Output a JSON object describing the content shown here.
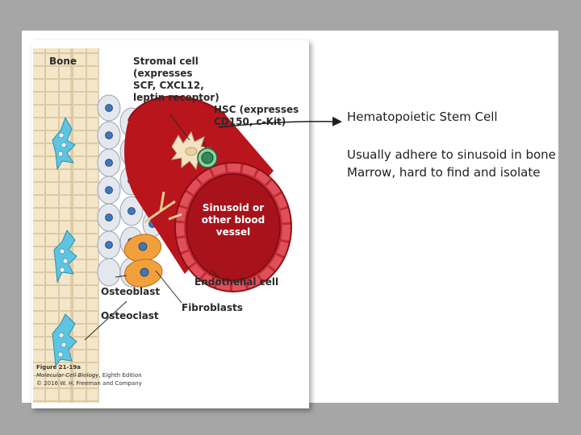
{
  "figure": {
    "labels": {
      "bone": "Bone",
      "stromal": [
        "Stromal cell",
        "(expresses",
        "SCF, CXCL12,",
        "leptin receptor)"
      ],
      "hsc": [
        "HSC (expresses",
        "CD150, c-Kit)"
      ],
      "sinusoid": [
        "Sinusoid or",
        "other blood",
        "vessel"
      ],
      "endothelial": "Endothelial cell",
      "osteoblast": "Osteoblast",
      "fibroblasts": "Fibroblasts",
      "osteoclast": "Osteoclast"
    },
    "caption": {
      "figure_number": "Figure 21-19a",
      "book": "Molecular Cell Biology",
      "edition": ", Eighth Edition",
      "copyright": "© 2016 W. H. Freeman and Company"
    },
    "colors": {
      "vessel": "#b8151d",
      "vessel_dark": "#8e0e15",
      "endothelium": "#e0505a",
      "stromal": "#f2e3c4",
      "hsc": "#2e8b57",
      "osteoblast": "#e4e8ee",
      "fibroblast": "#f2a03c",
      "osteoclast": "#5fc4e0",
      "bone": "#f3e6c9"
    }
  },
  "notes": {
    "heading": "Hematopoietic Stem Cell",
    "body_lines": [
      "Usually adhere to sinusoid in bone",
      "Marrow, hard to find and isolate"
    ]
  }
}
